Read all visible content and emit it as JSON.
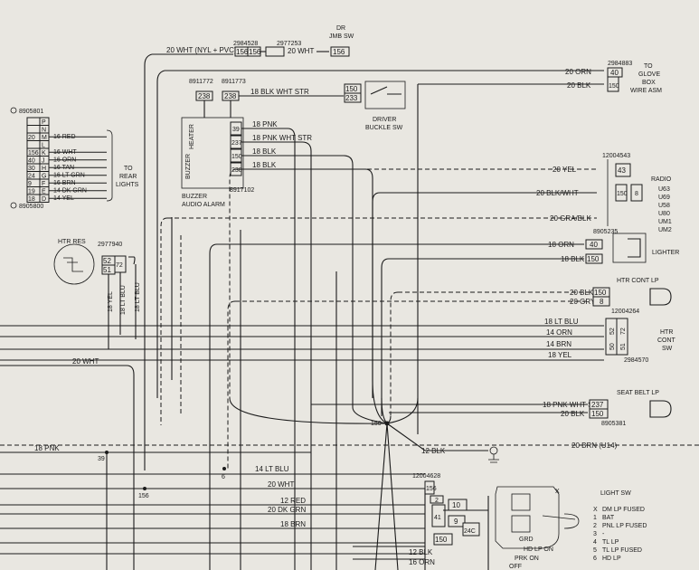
{
  "top": {
    "wht_nyl_pvc": "20 WHT (NYL + PVC)",
    "part1": "2984528",
    "part2": "2977253",
    "num156a": "156",
    "num156b": "156",
    "wht2": "20 WHT",
    "num156c": "156",
    "dr_jmb_sw_1": "DR",
    "dr_jmb_sw_2": "JMB SW"
  },
  "glovebox": {
    "orn": "20 ORN",
    "blk": "20 BLK",
    "part": "2984883",
    "n40": "40",
    "n150": "150",
    "label1": "TO",
    "label2": "GLOVE",
    "label3": "BOX",
    "label4": "WIRE ASM"
  },
  "buckle": {
    "p1": "8911772",
    "p2": "8911773",
    "n238a": "238",
    "n238b": "238",
    "wire": "18 BLK WHT STR",
    "n150": "150",
    "n233": "233",
    "label1": "DRIVER",
    "label2": "BUCKLE SW"
  },
  "buzzer": {
    "heater": "HEATER",
    "buzzer": "BUZZER",
    "label1": "BUZZER",
    "label2": "AUDIO ALARM",
    "part": "8917102",
    "w1": "18 PNK",
    "w2": "18 PNK WHT STR",
    "w3": "18 BLK",
    "w4": "18 BLK",
    "n1": "39",
    "n2": "237",
    "n3": "150",
    "n4": "238"
  },
  "connector_left": {
    "part_top": "8905801",
    "part_bottom": "8905800",
    "to1": "TO",
    "to2": "REAR",
    "to3": "LIGHTS",
    "rows": [
      {
        "num": "",
        "letter": "P",
        "wire": ""
      },
      {
        "num": "",
        "letter": "N",
        "wire": ""
      },
      {
        "num": "20",
        "letter": "M",
        "wire": "16 RED"
      },
      {
        "num": "",
        "letter": "L",
        "wire": ""
      },
      {
        "num": "156",
        "letter": "K",
        "wire": "16 WHT"
      },
      {
        "num": "40",
        "letter": "J",
        "wire": "16 ORN"
      },
      {
        "num": "30",
        "letter": "H",
        "wire": "16 TAN"
      },
      {
        "num": "24",
        "letter": "G",
        "wire": "16 LT GRN"
      },
      {
        "num": "9",
        "letter": "F",
        "wire": "16 BRN"
      },
      {
        "num": "19",
        "letter": "E",
        "wire": "14 DK GRN"
      },
      {
        "num": "18",
        "letter": "D",
        "wire": "14 YEL"
      }
    ]
  },
  "radio": {
    "part": "12004543",
    "yel": "20 YEL",
    "blk_wht": "20 BLK/WHT",
    "gra_blk": "20 GRA/BLK",
    "n43": "43",
    "n150": "150",
    "n8": "8",
    "label": "RADIO",
    "codes": [
      "U63",
      "U69",
      "U58",
      "U80",
      "UM1",
      "UM2"
    ]
  },
  "lighter": {
    "part": "8905235",
    "orn": "18 ORN",
    "blk": "18 BLK",
    "n40": "40",
    "n150": "150",
    "label": "LIGHTER"
  },
  "htr_res": {
    "label": "HTR RES",
    "part": "2977940",
    "n52": "52",
    "n72": "72",
    "n51": "51",
    "w1": "18 YEL",
    "w2": "18 LT BLU",
    "w3": "18 LT BLU"
  },
  "htr_cont_lp": {
    "label": "HTR CONT LP",
    "blk": "20 BLK",
    "gry": "20 GRY",
    "n150": "150",
    "n8": "8"
  },
  "htr_cont_sw": {
    "part_top": "12004264",
    "part_bottom": "2984570",
    "w1": "18 LT BLU",
    "w2": "14 ORN",
    "w3": "14 BRN",
    "w4": "18 YEL",
    "n50": "50",
    "n52": "52",
    "n51": "51",
    "n72": "72",
    "label1": "HTR",
    "label2": "CONT",
    "label3": "SW"
  },
  "seat_belt_lp": {
    "label": "SEAT BELT LP",
    "w1": "18 PNK WHT STR",
    "w2": "20 BLK",
    "n237": "237",
    "n150": "150",
    "part": "8905381"
  },
  "misc": {
    "wht20": "20 WHT",
    "splice150": "150",
    "blk12": "12 BLK",
    "brn_u14": "20 BRN (U14)",
    "pnk18": "18 PNK",
    "n39": "39",
    "n156": "156",
    "n6": "6",
    "ltblu14": "14 LT BLU",
    "wht20b": "20 WHT",
    "red12": "12 RED",
    "dkgrn20": "20 DK GRN",
    "brn18": "18 BRN"
  },
  "light_sw": {
    "part": "12004628",
    "label": "LIGHT SW",
    "blk12": "12 BLK",
    "orn16": "16 ORN",
    "n156": "156",
    "n2": "2",
    "n10": "10",
    "n41": "41",
    "n9": "9",
    "n24c": "24C",
    "n150": "150",
    "sym_x": "X",
    "sym_grd": "GRD",
    "hd_lp_on": "HD LP ON",
    "prk_on": "PRK ON",
    "off": "OFF",
    "legend": [
      {
        "k": "X",
        "v": "DM LP FUSED"
      },
      {
        "k": "1",
        "v": "BAT"
      },
      {
        "k": "2",
        "v": "PNL LP FUSED"
      },
      {
        "k": "3",
        "v": "-"
      },
      {
        "k": "4",
        "v": "TL LP"
      },
      {
        "k": "5",
        "v": "TL LP FUSED"
      },
      {
        "k": "6",
        "v": "HD LP"
      }
    ]
  }
}
